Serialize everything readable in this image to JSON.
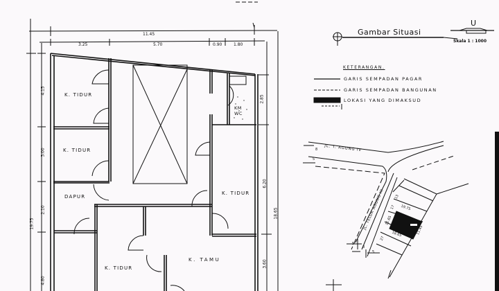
{
  "floor_plan": {
    "overall_width": "11.45",
    "segments_top": [
      "3.25",
      "5.70",
      "0.90",
      "1.80"
    ],
    "overall_depth": "19.75",
    "right_overall": "18.65",
    "left_segments": [
      "4.15",
      "3.00",
      "2.10",
      "4.80"
    ],
    "right_segments": [
      "2.85",
      "6.20",
      "3.60"
    ],
    "rooms": [
      {
        "id": "bedroom-1",
        "label": "K. TIDUR"
      },
      {
        "id": "bedroom-2",
        "label": "K. TIDUR"
      },
      {
        "id": "kitchen",
        "label": "DAPUR"
      },
      {
        "id": "bathroom",
        "label": "KM WC"
      },
      {
        "id": "bedroom-3",
        "label": "K. TIDUR"
      },
      {
        "id": "bedroom-4",
        "label": "K. TIDUR"
      },
      {
        "id": "living-room",
        "label": "K. TAMU"
      }
    ]
  },
  "situation": {
    "title": "Gambar Situasi",
    "north_label": "U",
    "scale": "Skala  1 : 1000",
    "legend_title": "KETERANGAN.",
    "legend": [
      {
        "symbol": "solid-line",
        "label": "GARIS SEMPADAN PAGAR"
      },
      {
        "symbol": "dashed-line",
        "label": "GARIS SEMPADAN BANGUNAN"
      },
      {
        "symbol": "filled-block",
        "label": "LOKASI YANG DIMAKSUD"
      }
    ],
    "streets": [
      {
        "name": "JL. T. AGUNG IV",
        "widths": [
          "8",
          "5"
        ]
      },
      {
        "name": "JL. TELUK AGUNG III",
        "widths": [
          "5",
          "8",
          "5"
        ]
      }
    ],
    "plot_dims": [
      "19.75",
      "11.65",
      "18.65",
      "11.45"
    ],
    "neighbor_widths": [
      "13",
      "17",
      "27"
    ]
  },
  "colors": {
    "paper": "#fbf9fb",
    "ink": "#111111"
  }
}
